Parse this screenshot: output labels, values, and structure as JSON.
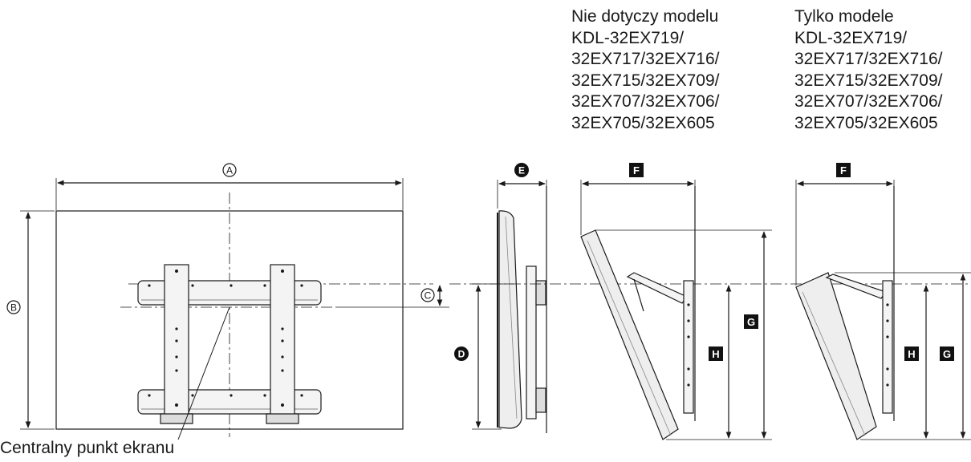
{
  "headings": {
    "not_applicable": {
      "lines": [
        "Nie dotyczy modelu",
        "KDL-32EX719/",
        "32EX717/32EX716/",
        "32EX715/32EX709/",
        "32EX707/32EX706/",
        "32EX705/32EX605"
      ]
    },
    "only_models": {
      "lines": [
        "Tylko modele",
        "KDL-32EX719/",
        "32EX717/32EX716/",
        "32EX715/32EX709/",
        "32EX707/32EX706/",
        "32EX705/32EX605"
      ]
    }
  },
  "dimension_labels": {
    "A": "A",
    "B": "B",
    "C": "C",
    "D": "D",
    "E": "E",
    "F": "F",
    "G": "G",
    "H": "H"
  },
  "caption": "Centralny punkt ekranu",
  "colors": {
    "line": "#1a1a1a",
    "fill": "#f4f4f4",
    "shade": "#d6d6d6",
    "label_bg": "#111111"
  }
}
